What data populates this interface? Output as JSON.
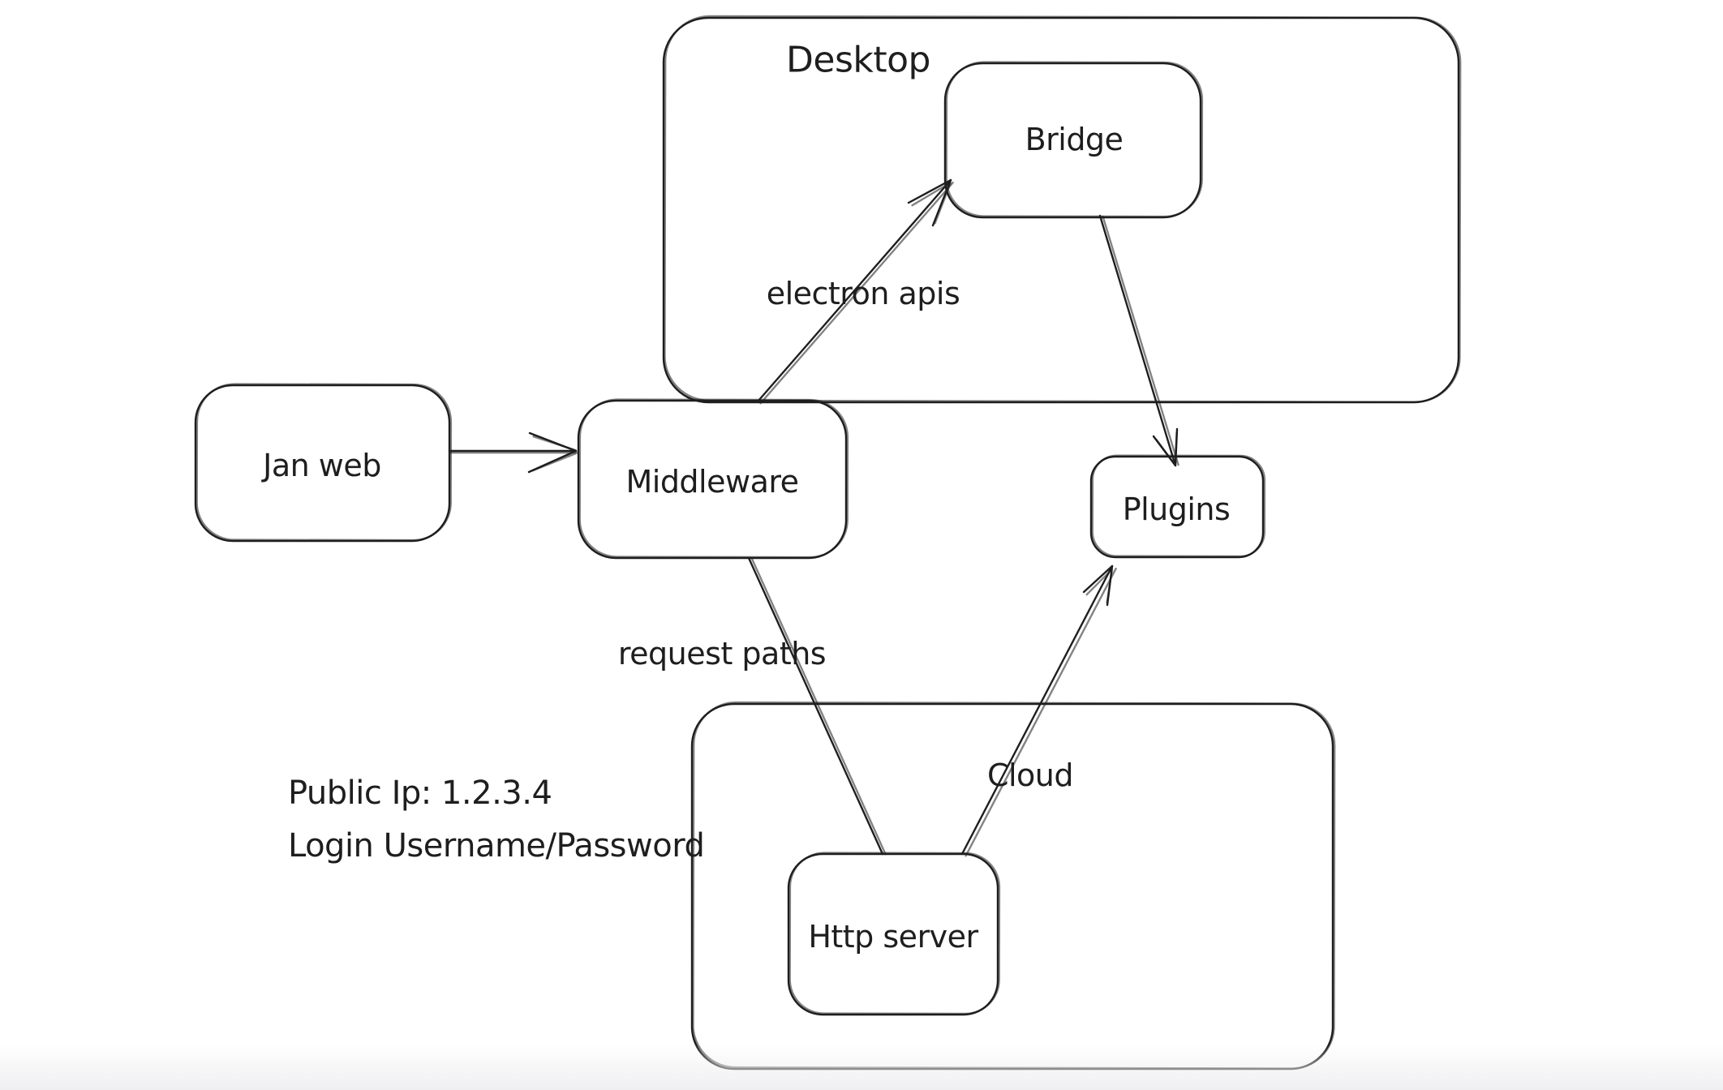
{
  "app": {
    "canvas_bg": "#ffffff",
    "stroke_color": "#1e1e1e"
  },
  "diagram": {
    "containers": [
      {
        "id": "desktop",
        "label": "Desktop"
      },
      {
        "id": "cloud",
        "label": "Cloud"
      }
    ],
    "nodes": [
      {
        "id": "jan-web",
        "label": "Jan web"
      },
      {
        "id": "middleware",
        "label": "Middleware"
      },
      {
        "id": "bridge",
        "label": "Bridge"
      },
      {
        "id": "plugins",
        "label": "Plugins"
      },
      {
        "id": "http-server",
        "label": "Http server"
      }
    ],
    "edges": [
      {
        "id": "janweb-to-middleware",
        "from": "Jan web",
        "to": "Middleware",
        "label": "",
        "arrowhead": "end"
      },
      {
        "id": "middleware-to-bridge",
        "from": "Middleware",
        "to": "Bridge",
        "label": "electron apis",
        "arrowhead": "end"
      },
      {
        "id": "bridge-to-plugins",
        "from": "Bridge",
        "to": "Plugins",
        "label": "",
        "arrowhead": "end"
      },
      {
        "id": "middleware-to-httpserver",
        "from": "Middleware",
        "to": "Http server",
        "label": "request paths",
        "arrowhead": "none"
      },
      {
        "id": "httpserver-to-plugins",
        "from": "Http server",
        "to": "Plugins",
        "label": "",
        "arrowhead": "end"
      }
    ],
    "annotations": [
      {
        "id": "public-ip",
        "text": "Public Ip: 1.2.3.4"
      },
      {
        "id": "login",
        "text": "Login Username/Password"
      }
    ]
  }
}
